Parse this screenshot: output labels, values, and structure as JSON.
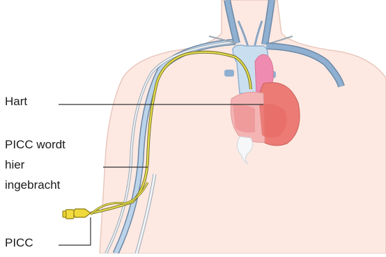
{
  "labels": {
    "heart": "Hart",
    "insertion_lines": [
      "PICC wordt",
      "hier",
      "ingebracht"
    ],
    "picc": "PICC"
  },
  "colors": {
    "skin": "#fde9e2",
    "skin_outline": "#e8c8bd",
    "vein": "#8fb0d0",
    "vein_light": "#c9dff0",
    "heart": "#ec7b76",
    "heart_light": "#f4b4b4",
    "catheter": "#d8d23a",
    "catheter_outline": "#6d6a2a",
    "leader_line": "#333333"
  }
}
